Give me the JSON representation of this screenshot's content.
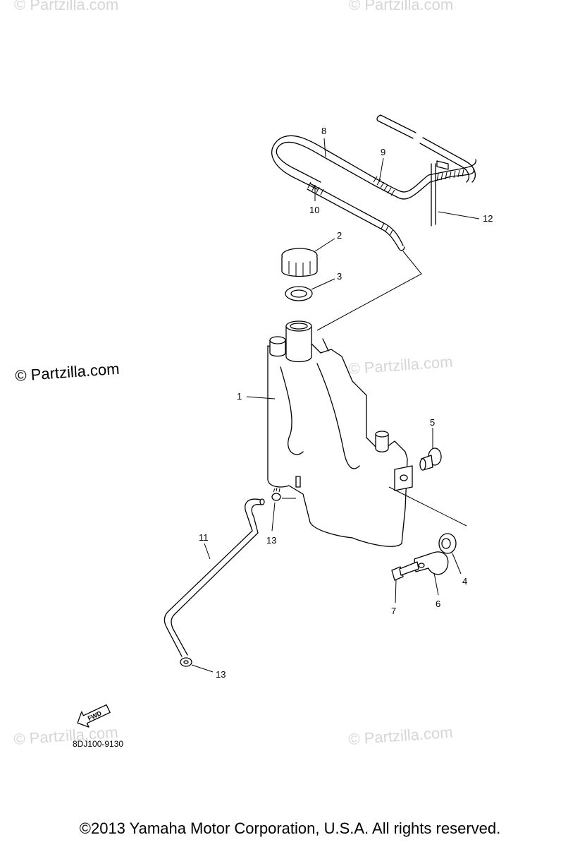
{
  "watermarks": {
    "main": "© Partzilla.com",
    "faint": "© Partzilla.com"
  },
  "diagram_code": "8DJ100-9130",
  "fwd_badge": "FWD",
  "part_labels": [
    "1",
    "2",
    "3",
    "4",
    "5",
    "6",
    "7",
    "8",
    "9",
    "10",
    "11",
    "12",
    "13",
    "13"
  ],
  "copyright": "©2013  Yamaha Motor Corporation, U.S.A. All rights reserved."
}
